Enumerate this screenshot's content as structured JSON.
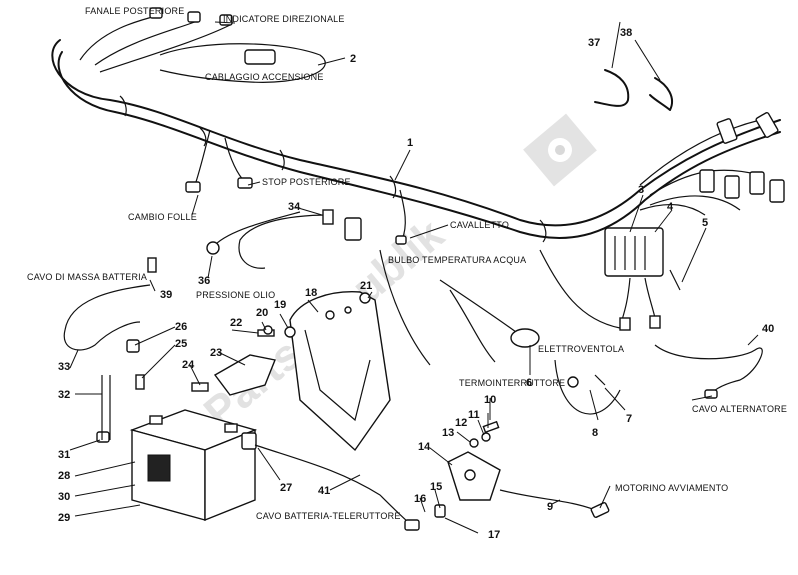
{
  "labels": {
    "fanale_posteriore": "FANALE POSTERIORE",
    "indicatore_direzionale": "INDICATORE DIREZIONALE",
    "cablaggio_accensione": "CABLAGGIO ACCENSIONE",
    "stop_posteriore": "STOP POSTERIORE",
    "cambio_folle": "CAMBIO FOLLE",
    "cavalletto": "CAVALLETTO",
    "bulbo_temperatura_acqua": "BULBO TEMPERATURA ACQUA",
    "cavo_massa_batteria": "CAVO DI MASSA BATTERIA",
    "pressione_olio": "PRESSIONE OLIO",
    "termointerruttore": "TERMOINTERRUTTORE",
    "elettroventola": "ELETTROVENTOLA",
    "cavo_alternatore": "CAVO ALTERNATORE",
    "motorino_avviamento": "MOTORINO AVVIAMENTO",
    "cavo_batteria_teleruttore": "CAVO BATTERIA-TELERUTTORE"
  },
  "callouts": {
    "n1": "1",
    "n2": "2",
    "n3": "3",
    "n4": "4",
    "n5": "5",
    "n6": "6",
    "n7": "7",
    "n8": "8",
    "n9": "9",
    "n10": "10",
    "n11": "11",
    "n12": "12",
    "n13": "13",
    "n14": "14",
    "n15": "15",
    "n16": "16",
    "n17": "17",
    "n18": "18",
    "n19": "19",
    "n20": "20",
    "n21": "21",
    "n22": "22",
    "n23": "23",
    "n24": "24",
    "n25": "25",
    "n26": "26",
    "n27": "27",
    "n28": "28",
    "n29": "29",
    "n30": "30",
    "n31": "31",
    "n32": "32",
    "n33": "33",
    "n34": "34",
    "n36": "36",
    "n37": "37",
    "n38": "38",
    "n39": "39",
    "n40": "40",
    "n41": "41"
  },
  "watermark": "PartsRepublik",
  "icons": {
    "watermark_logo": "gear-icon"
  }
}
